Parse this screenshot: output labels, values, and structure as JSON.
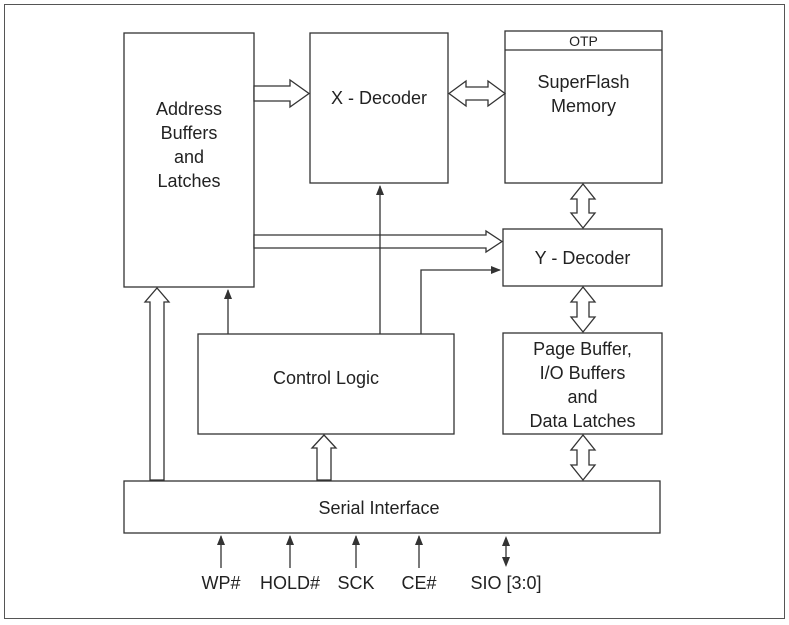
{
  "blocks": {
    "address": [
      "Address",
      "Buffers",
      "and",
      "Latches"
    ],
    "xdecoder": "X - Decoder",
    "otp": "OTP",
    "memory": [
      "SuperFlash",
      "Memory"
    ],
    "ydecoder": "Y - Decoder",
    "control": "Control Logic",
    "pagebuffer": [
      "Page Buffer,",
      "I/O Buffers",
      "and",
      "Data Latches"
    ],
    "serial": "Serial Interface"
  },
  "pins": [
    "WP#",
    "HOLD#",
    "SCK",
    "CE#",
    "SIO [3:0]"
  ]
}
